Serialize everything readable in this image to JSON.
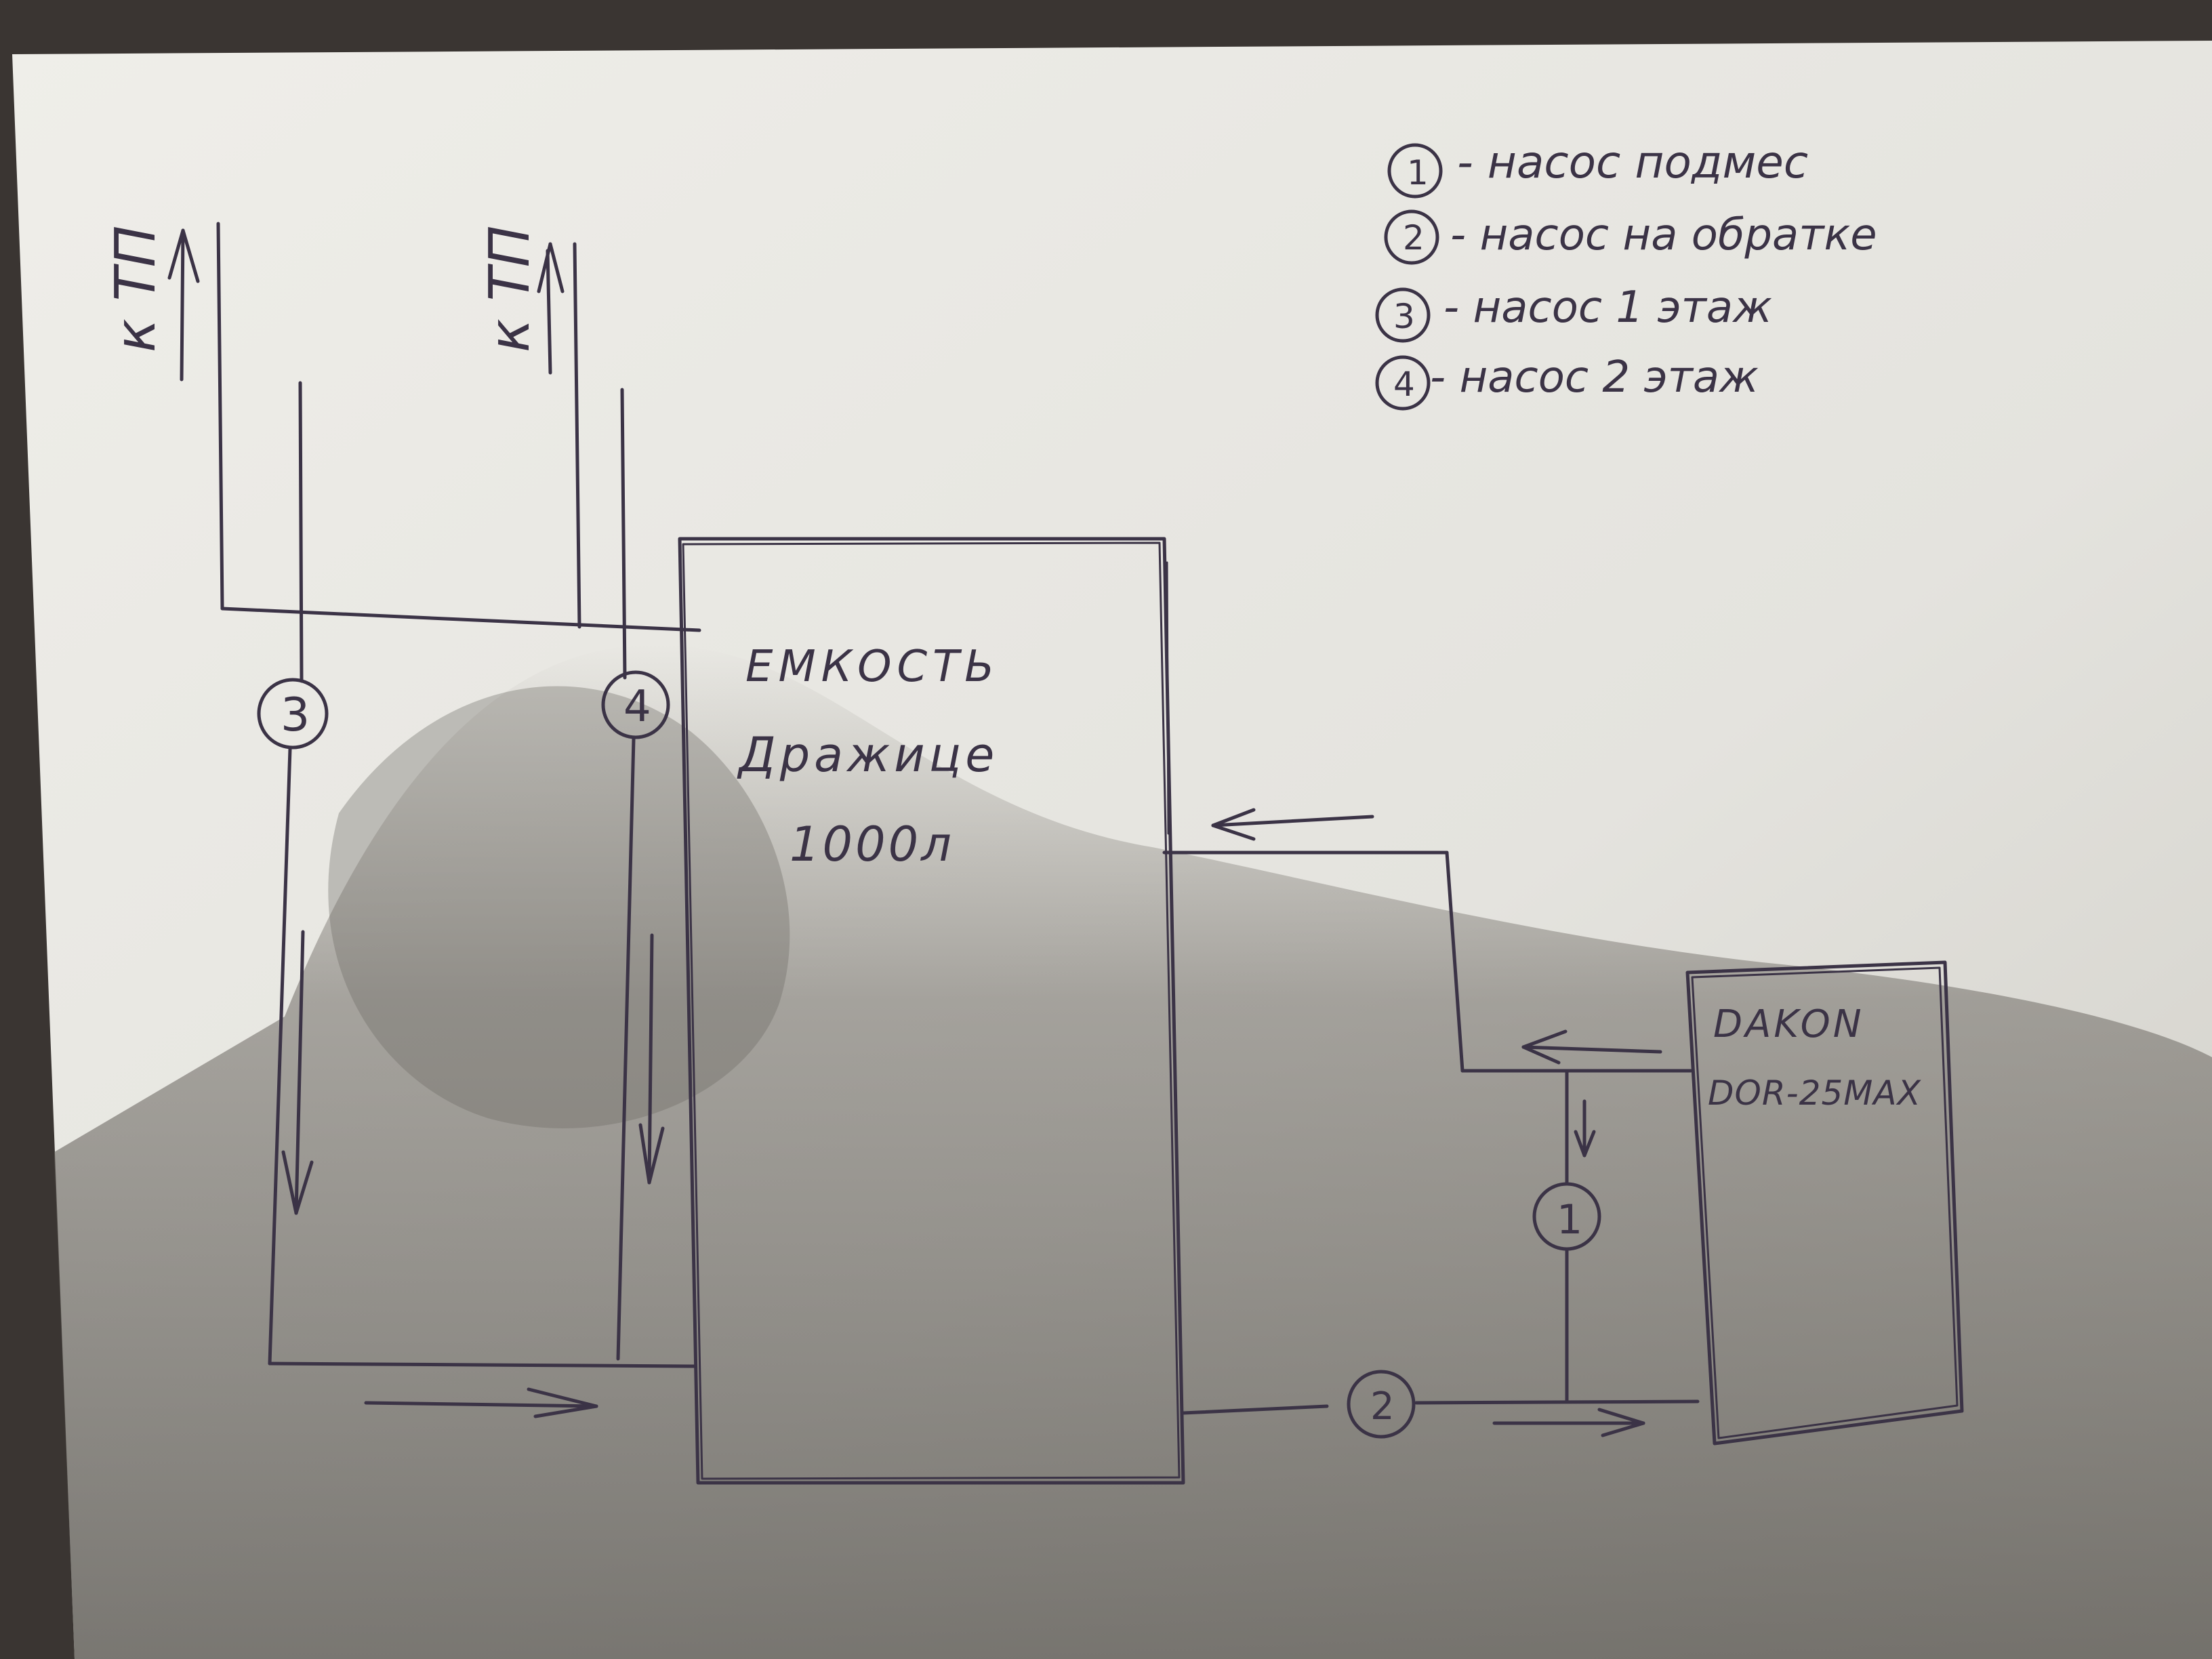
{
  "legend": [
    {
      "num": "1",
      "text": "- насос подмес"
    },
    {
      "num": "2",
      "text": "- насос на обратке"
    },
    {
      "num": "3",
      "text": "- насос 1 этаж"
    },
    {
      "num": "4",
      "text": "- насос 2 этаж"
    }
  ],
  "tank": {
    "line1": "ЕМКОСТЬ",
    "line2": "Дражице",
    "line3": "1000л"
  },
  "boiler": {
    "line1": "DAKON",
    "line2": "DOR-25MAX"
  },
  "outlets": {
    "left": "к ТП",
    "right": "к ТП"
  },
  "pumps": {
    "p1": "1",
    "p2": "2",
    "p3": "3",
    "p4": "4"
  },
  "colors": {
    "ink": "#3b3346",
    "paper": "#ecebe6",
    "shadow": "#6a665f",
    "background": "#3a3532"
  }
}
